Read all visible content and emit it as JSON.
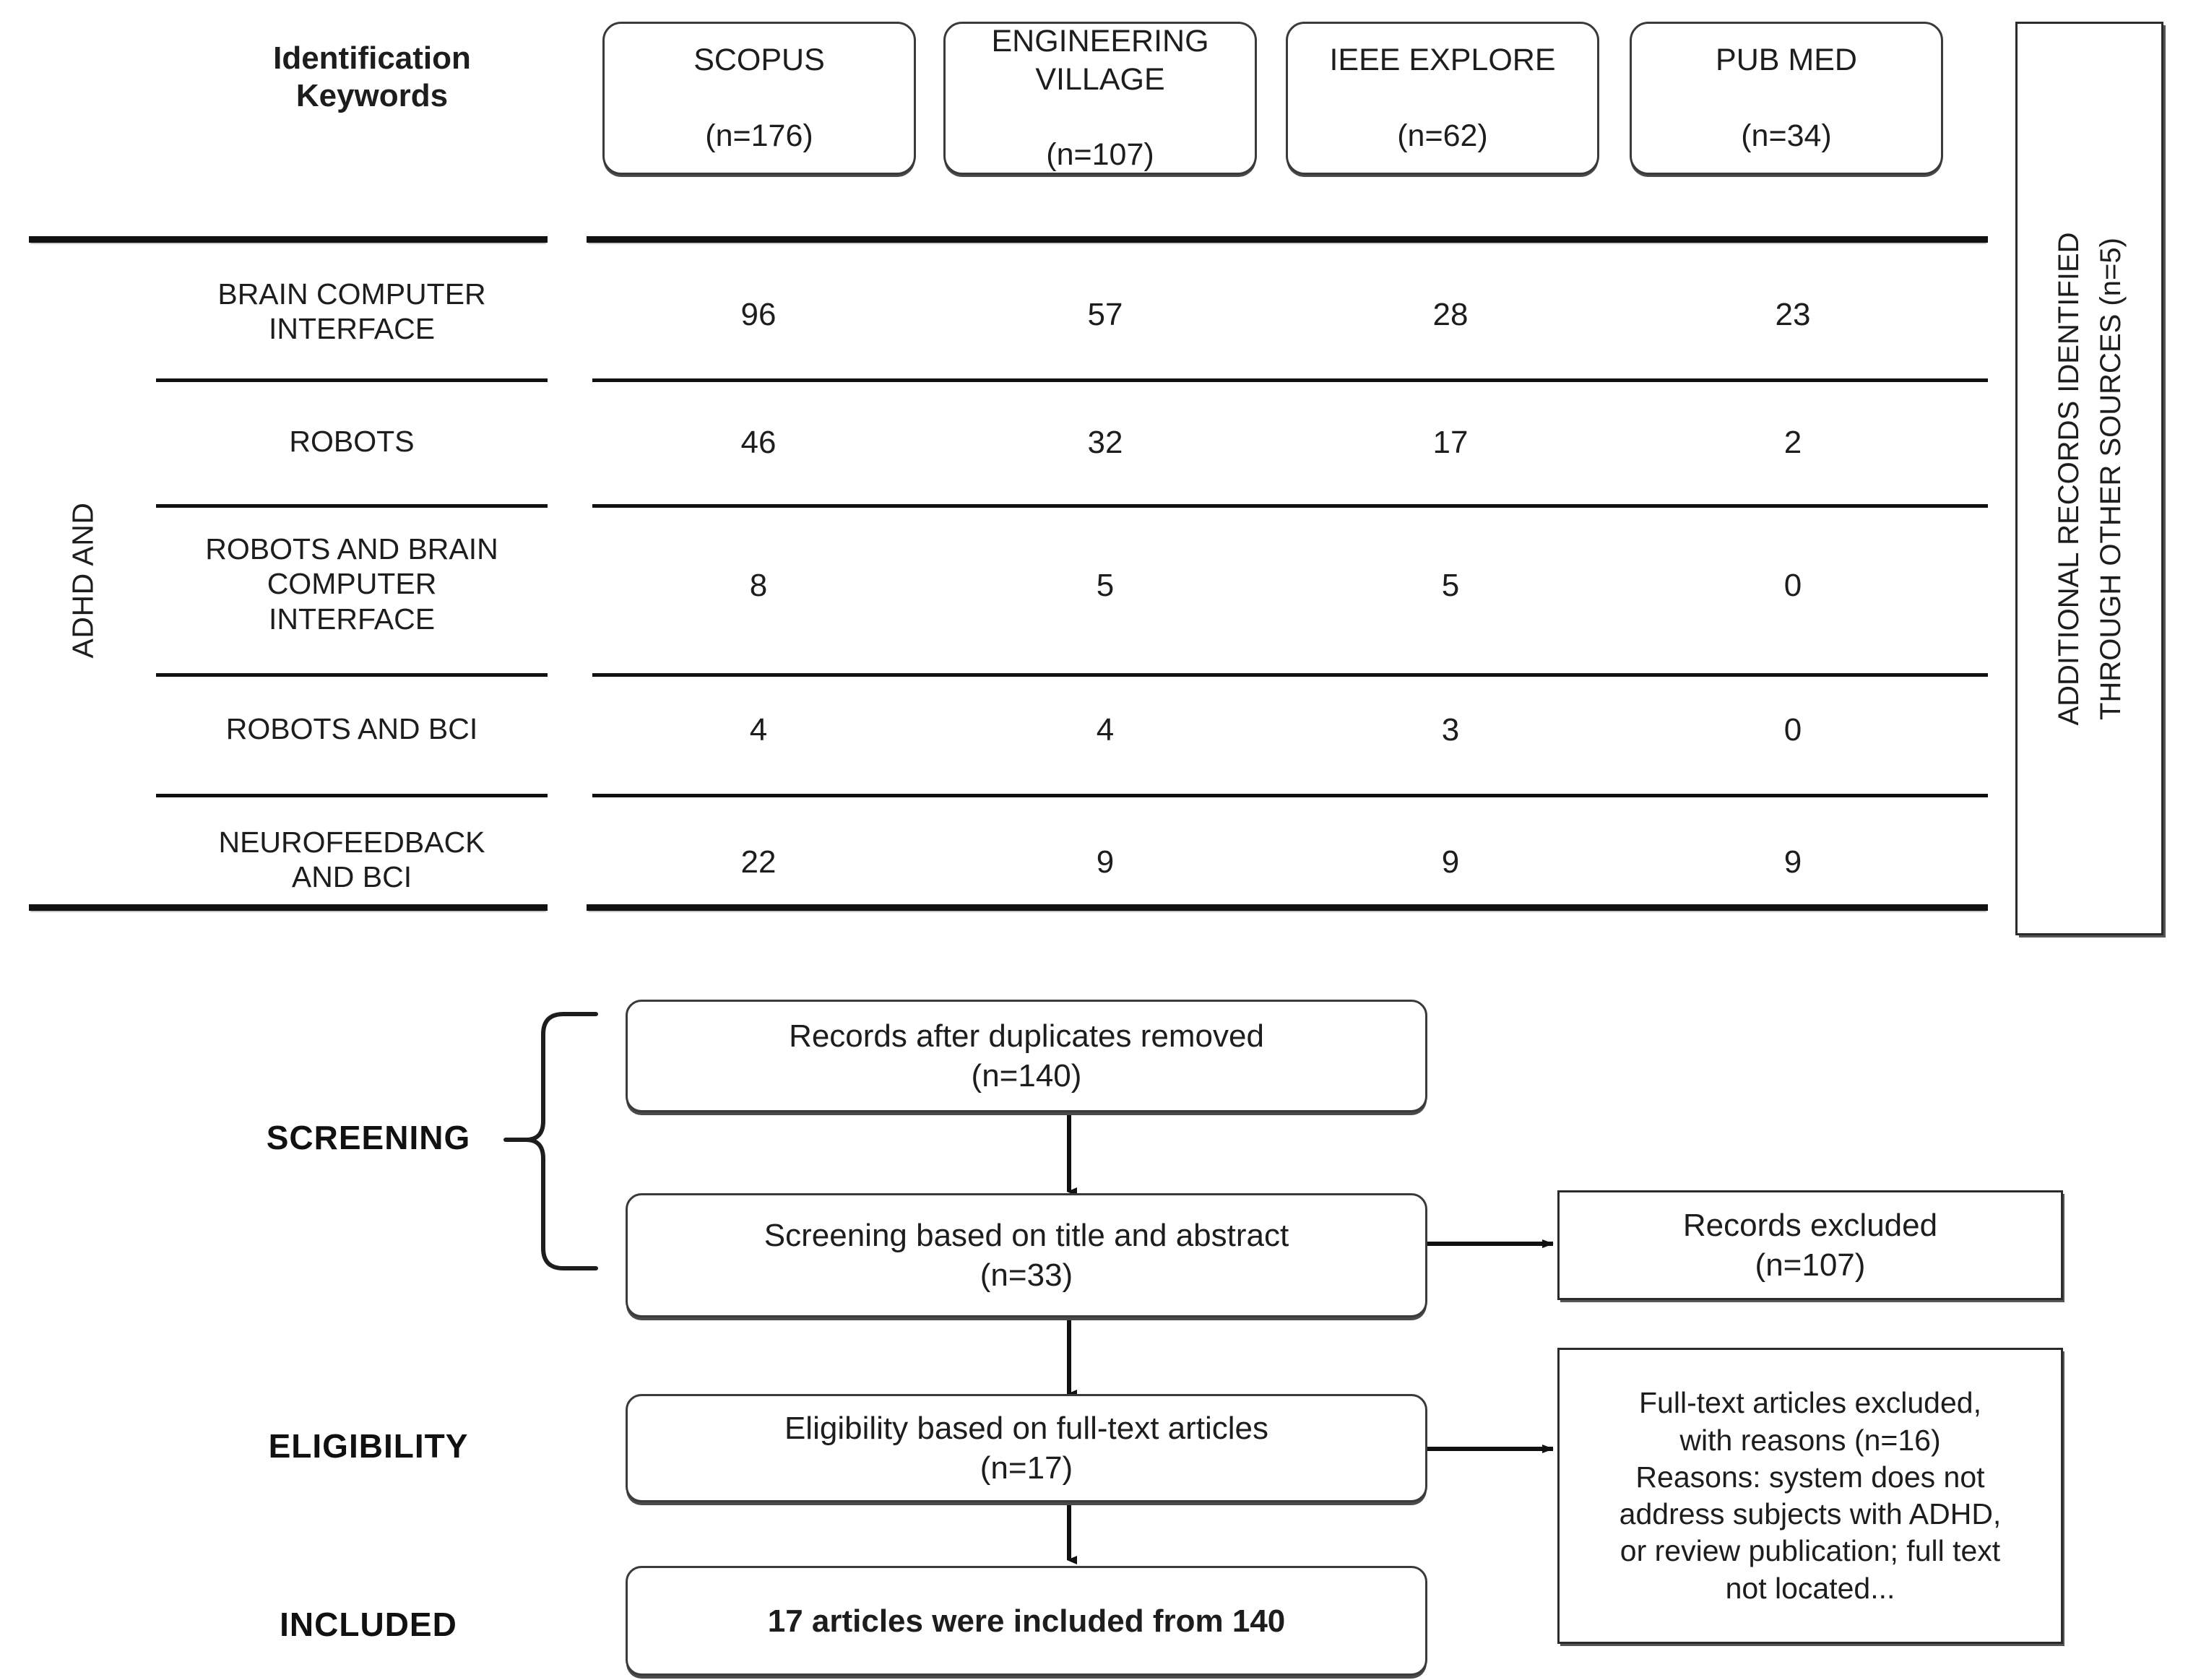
{
  "identification": {
    "section_label": "Identification\nKeywords",
    "row_group_label": "ADHD AND",
    "sources": [
      {
        "name": "SCOPUS",
        "count_label": "(n=176)",
        "n": 176
      },
      {
        "name": "ENGINEERING\nVILLAGE",
        "count_label": "(n=107)",
        "n": 107
      },
      {
        "name": "IEEE EXPLORE",
        "count_label": "(n=62)",
        "n": 62
      },
      {
        "name": "PUB MED",
        "count_label": "(n=34)",
        "n": 34
      }
    ],
    "additional_records": "ADDITIONAL RECORDS IDENTIFIED THROUGH OTHER SOURCES (n=5)",
    "additional_records_line1": "ADDITIONAL RECORDS IDENTIFIED",
    "additional_records_line2": "THROUGH OTHER SOURCES (n=5)"
  },
  "chart_data": {
    "type": "table",
    "title": "Identification Keywords",
    "row_group_label": "ADHD AND",
    "columns": [
      "SCOPUS (n=176)",
      "ENGINEERING VILLAGE (n=107)",
      "IEEE EXPLORE (n=62)",
      "PUB MED (n=34)"
    ],
    "categories": [
      "BRAIN COMPUTER INTERFACE",
      "ROBOTS",
      "ROBOTS AND BRAIN COMPUTER INTERFACE",
      "ROBOTS AND BCI",
      "NEUROFEEDBACK AND BCI"
    ],
    "series": [
      {
        "name": "SCOPUS",
        "values": [
          96,
          46,
          8,
          4,
          22
        ]
      },
      {
        "name": "ENGINEERING VILLAGE",
        "values": [
          57,
          32,
          5,
          4,
          9
        ]
      },
      {
        "name": "IEEE EXPLORE",
        "values": [
          28,
          17,
          5,
          3,
          9
        ]
      },
      {
        "name": "PUB MED",
        "values": [
          23,
          2,
          0,
          0,
          9
        ]
      }
    ],
    "column_totals": [
      176,
      107,
      62,
      34
    ],
    "grid": false,
    "legend": "none"
  },
  "table_rows": [
    {
      "keyword": "BRAIN COMPUTER\nINTERFACE",
      "v": [
        "96",
        "57",
        "28",
        "23"
      ]
    },
    {
      "keyword": "ROBOTS",
      "v": [
        "46",
        "32",
        "17",
        "2"
      ]
    },
    {
      "keyword": "ROBOTS AND BRAIN\nCOMPUTER\nINTERFACE",
      "v": [
        "8",
        "5",
        "5",
        "0"
      ]
    },
    {
      "keyword": "ROBOTS AND BCI",
      "v": [
        "4",
        "4",
        "3",
        "0"
      ]
    },
    {
      "keyword": "NEUROFEEDBACK\nAND BCI",
      "v": [
        "22",
        "9",
        "9",
        "9"
      ]
    }
  ],
  "flow": {
    "stages": {
      "screening": "SCREENING",
      "eligibility": "ELIGIBILITY",
      "included": "INCLUDED"
    },
    "boxes": {
      "duplicates_removed": "Records after duplicates removed\n(n=140)",
      "screening_title_abstract": "Screening based on title and abstract\n(n=33)",
      "records_excluded": "Records excluded\n(n=107)",
      "eligibility_fulltext": "Eligibility based on full-text articles\n(n=17)",
      "fulltext_excluded": "Full-text articles excluded,\nwith reasons (n=16)\nReasons: system does not\naddress subjects with ADHD,\nor review publication; full text\nnot located...",
      "included_final": "17 articles were included from 140"
    }
  },
  "colors": {
    "ink": "#1d1d1d",
    "rule": "#111111",
    "box_border": "#3a3a3a",
    "box_shadow": "#4a4a4a",
    "background": "#ffffff"
  }
}
